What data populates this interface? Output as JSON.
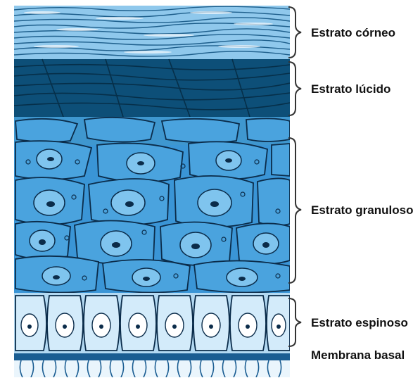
{
  "labels": {
    "corneo": "Estrato córneo",
    "lucido": "Estrato lúcido",
    "granuloso": "Estrato granuloso",
    "espinoso": "Estrato espinoso",
    "basal": "Membrana basal"
  },
  "colors": {
    "corneo": "#8fc8ec",
    "lucido": "#0d4f78",
    "granuloso_top": "#3f97cf",
    "granuloso": "#3a95d6",
    "espinoso": "#b3d9f2",
    "basal": "#1a5d92",
    "outline": "#0b2c4a"
  }
}
